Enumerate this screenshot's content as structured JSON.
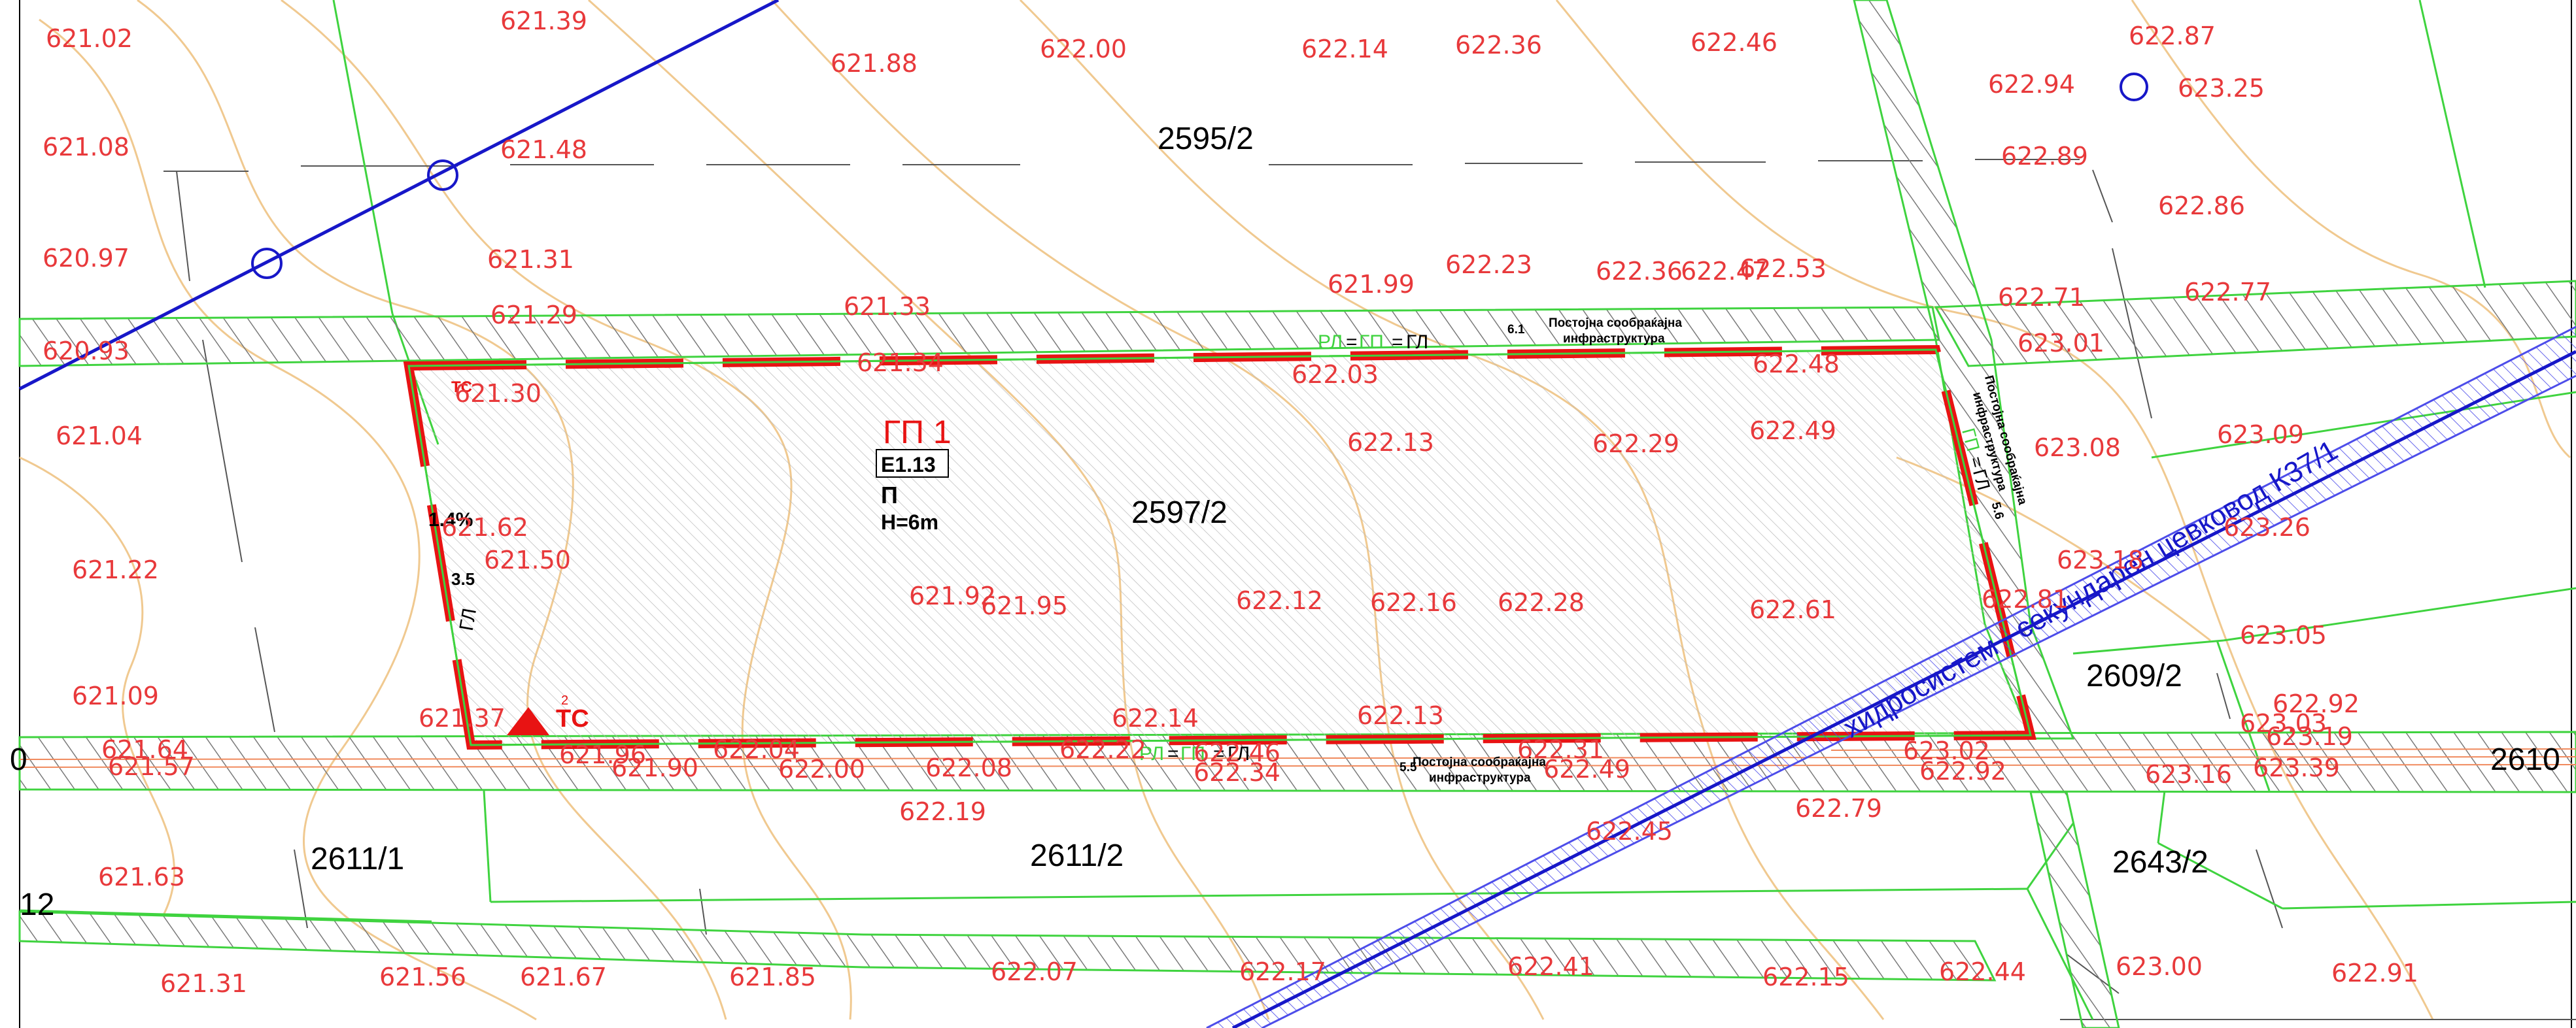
{
  "colors": {
    "contour": "#f0c990",
    "boundary": "#3fd33f",
    "hatch": "#8a8a8a",
    "level": "#e8393b",
    "build_line": "#e81313",
    "pipe": "#1717c8",
    "pipe_band": "#4d4dea"
  },
  "parcels": [
    "2595/2",
    "2597/2",
    "2611/1",
    "2611/2",
    "2609/2",
    "2643/2",
    "2610",
    "12",
    "0"
  ],
  "levels": [
    "621.02",
    "621.39",
    "621.88",
    "622.00",
    "622.14",
    "622.36",
    "622.46",
    "622.87",
    "622.94",
    "623.25",
    "621.08",
    "621.48",
    "622.89",
    "620.97",
    "621.31",
    "622.86",
    "621.99",
    "622.23",
    "622.36",
    "622.47",
    "622.53",
    "621.29",
    "621.33",
    "622.71",
    "622.77",
    "620.93",
    "621.34",
    "622.03",
    "622.48",
    "623.01",
    "621.30",
    "621.04",
    "622.13",
    "622.29",
    "622.49",
    "623.08",
    "623.09",
    "621.62",
    "621.50",
    "623.18",
    "623.26",
    "621.22",
    "621.92",
    "621.95",
    "622.12",
    "622.16",
    "622.28",
    "622.61",
    "622.81",
    "623.05",
    "621.09",
    "622.92",
    "623.03",
    "623.19",
    "623.39",
    "621.37",
    "621.64",
    "621.57",
    "621.96",
    "621.90",
    "622.04",
    "622.00",
    "622.08",
    "622.22",
    "622.14",
    "622.46",
    "622.34",
    "622.13",
    "622.31",
    "622.49",
    "623.02",
    "622.92",
    "623.16",
    "622.19",
    "622.79",
    "622.45",
    "621.63",
    "621.31",
    "621.56",
    "621.67",
    "621.85",
    "622.07",
    "622.17",
    "622.41",
    "622.15",
    "622.44",
    "623.00",
    "622.91"
  ],
  "plot": {
    "zone_code": "ГП 1",
    "subzone": "Е1.13",
    "use_code": "П",
    "height": "H=6m",
    "slope": "1.4%",
    "ts_label": "ТС",
    "line_regulation": "РЛ",
    "line_gp": "ГП",
    "line_gl": "ГЛ",
    "gl": "ГЛ",
    "eq": "=",
    "infra_1": "Постојна сообраќајна",
    "infra_2": "инфраструктура",
    "dim_top": "6.1",
    "dim_left": "3.5",
    "dim_bottom": "5.5",
    "dim_right": "5.6",
    "dim_corner": "2"
  },
  "pipe_label": "хидросистем - секундарен цевковод К37/1"
}
